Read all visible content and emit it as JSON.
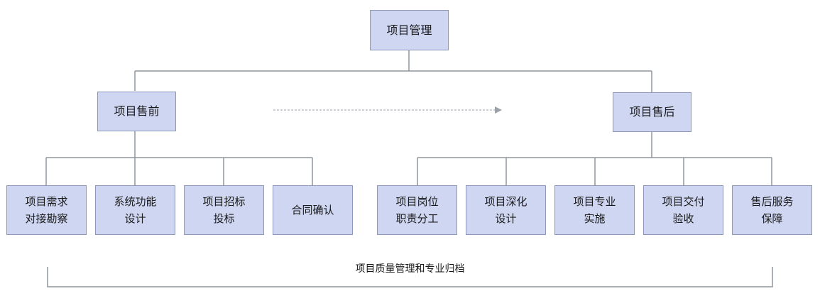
{
  "root": {
    "label": "项目管理"
  },
  "pre_sales": {
    "label": "项目售前",
    "children": [
      {
        "lines": [
          "项目需求",
          "对接勘察"
        ]
      },
      {
        "lines": [
          "系统功能",
          "设计"
        ]
      },
      {
        "lines": [
          "项目招标",
          "投标"
        ]
      },
      {
        "lines": [
          "合同确认"
        ]
      }
    ]
  },
  "after_sales": {
    "label": "项目售后",
    "children": [
      {
        "lines": [
          "项目岗位",
          "职责分工"
        ]
      },
      {
        "lines": [
          "项目深化",
          "设计"
        ]
      },
      {
        "lines": [
          "项目专业",
          "实施"
        ]
      },
      {
        "lines": [
          "项目交付",
          "验收"
        ]
      },
      {
        "lines": [
          "售后服务",
          "保障"
        ]
      }
    ]
  },
  "footer": {
    "label": "项目质量管理和专业归档"
  },
  "colors": {
    "node_fill": "#cfd6f1",
    "node_border": "#8d97b9",
    "connector": "#8e969e",
    "arrow": "#9aa1a8"
  }
}
